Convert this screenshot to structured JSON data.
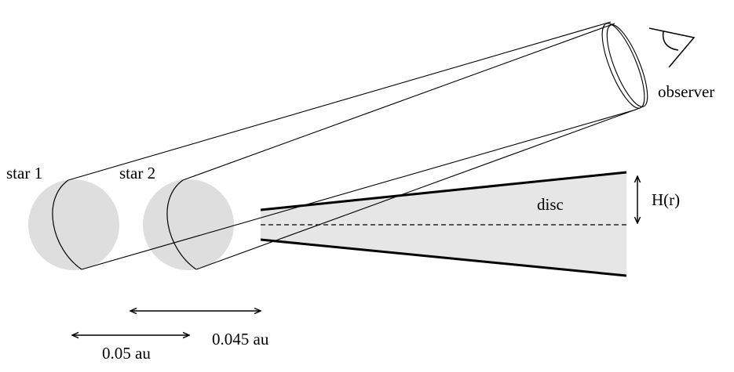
{
  "labels": {
    "star1": "star 1",
    "star2": "star 2",
    "observer": "observer",
    "disc": "disc",
    "scale_height": "H(r)",
    "dist_star1": "0.05 au",
    "dist_star2": "0.045 au"
  },
  "colors": {
    "star_fill": "#dedede",
    "disc_fill": "#e6e6e6",
    "line": "#000000"
  },
  "icons": {
    "observer": "eye-icon"
  }
}
